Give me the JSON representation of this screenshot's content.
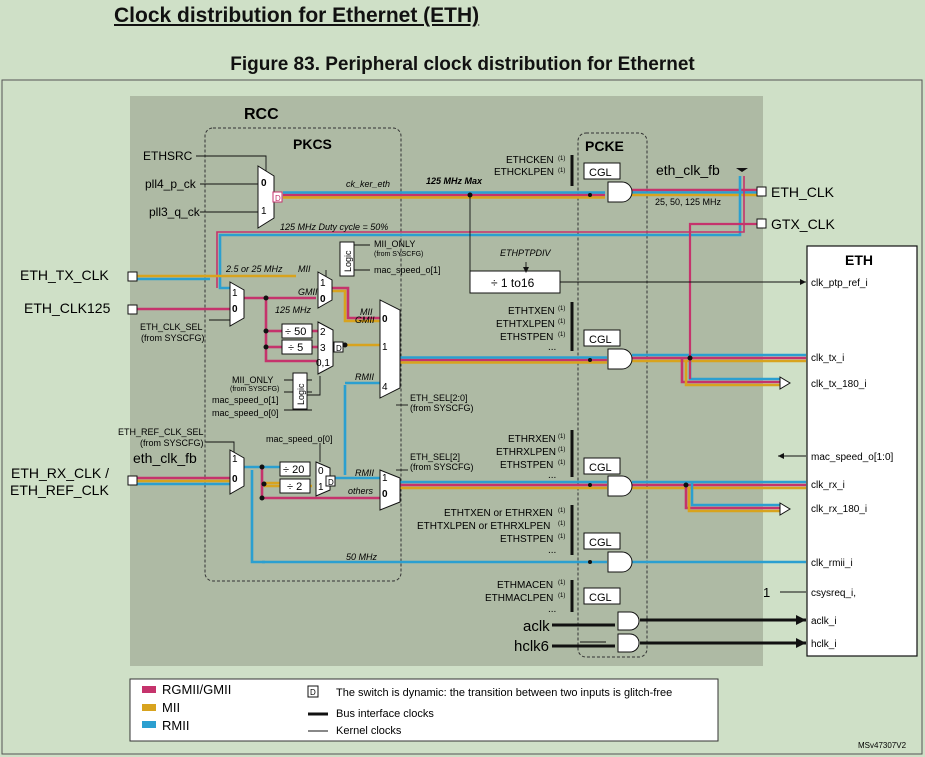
{
  "heading": "Clock distribution for Ethernet (ETH)",
  "figure_title": "Figure 83. Peripheral clock distribution for Ethernet",
  "blocks": {
    "rcc": "RCC",
    "pkcs": "PKCS",
    "pcke": "PCKE",
    "eth": "ETH",
    "cgl": "CGL",
    "logic": "Logic",
    "div_ptp": "÷ 1 to16",
    "div50": "÷ 50",
    "div5": "÷ 5",
    "div20": "÷ 20",
    "div2": "÷ 2",
    "dyn": "D"
  },
  "inputs": {
    "ethsrc": "ETHSRC",
    "pll4": "pll4_p_ck",
    "pll3": "pll3_q_ck",
    "tx_clk": "ETH_TX_CLK",
    "clk125": "ETH_CLK125",
    "rx_clk_1": "ETH_RX_CLK /",
    "rx_clk_2": "ETH_REF_CLK",
    "aclk": "aclk",
    "hclk6": "hclk6",
    "one": "1"
  },
  "outputs": {
    "eth_clk": "ETH_CLK",
    "gtx_clk": "GTX_CLK",
    "eth_clk_fb": "eth_clk_fb",
    "eth_clk_fb_in": "eth_clk_fb"
  },
  "signals": {
    "ck_ker_eth": "ck_ker_eth",
    "max125": "125 MHz Max",
    "duty": "125 MHz Duty cycle = 50%",
    "f_out": "25, 50, 125 MHz",
    "tx_freq": "2.5 or 25 MHz",
    "mii": "MII",
    "mii_only": "MII_ONLY",
    "from_syscfg": "(from SYSCFG)",
    "mac_speed1": "mac_speed_o[1]",
    "mac_speed0": "mac_speed_o[0]",
    "mac_speed_in0": "mac_speed_o[0]",
    "mii_only2": "MII_ONLY",
    "from_syscfg2": "(from SYSCFG)",
    "mac_speed1b": "mac_speed_o[1]",
    "mac_speed0b": "mac_speed_o[0]",
    "gmii": "GMII",
    "f125": "125 MHz",
    "mii2": "MII",
    "gmii2": "GMII",
    "rmii": "RMII",
    "rmii2": "RMII",
    "others": "others",
    "f50": "50 MHz",
    "clk_sel": "ETH_CLK_SEL",
    "clk_sel_src": "(from SYSCFG)",
    "ref_sel": "ETH_REF_CLK_SEL",
    "ref_sel_src": "(from SYSCFG)",
    "eth_sel20": "ETH_SEL[2:0]",
    "eth_sel20_src": "(from SYSCFG)",
    "eth_sel2": "ETH_SEL[2]",
    "eth_sel2_src": "(from SYSCFG)",
    "ptpdiv": "ETHPTPDIV"
  },
  "mux_inputs": {
    "m0": "0",
    "m1": "1",
    "t0": "0",
    "t1": "1",
    "s1": "1",
    "s0": "0",
    "c2": "2",
    "c3": "3",
    "c01": "0,1",
    "e0": "0",
    "e1": "1",
    "e4": "4",
    "r0": "0",
    "r1": "1",
    "k1": "1",
    "k0": "0",
    "j1": "1",
    "j0": "0"
  },
  "enables": {
    "g1a": "ETHCKEN",
    "g1b": "ETHCKLPEN",
    "g2a": "ETHTXEN",
    "g2b": "ETHTXLPEN",
    "g2c": "ETHSTPEN",
    "g3a": "ETHRXEN",
    "g3b": "ETHRXLPEN",
    "g3c": "ETHSTPEN",
    "g4a": "ETHTXEN or ETHRXEN",
    "g4b": "ETHTXLPEN or ETHRXLPEN",
    "g4c": "ETHSTPEN",
    "g5a": "ETHMACEN",
    "g5b": "ETHMACLPEN",
    "sup": "(1)",
    "dots": "..."
  },
  "eth_ports": {
    "ptp": "clk_ptp_ref_i",
    "tx": "clk_tx_i",
    "tx180": "clk_tx_180_i",
    "macspeed": "mac_speed_o[1:0]",
    "rx": "clk_rx_i",
    "rx180": "clk_rx_180_i",
    "rmii": "clk_rmii_i",
    "csysreq": "csysreq_i,",
    "aclk": "aclk_i",
    "hclk": "hclk_i"
  },
  "legend": {
    "rgmii": "RGMII/GMII",
    "mii": "MII",
    "rmii": "RMII",
    "dyn_box": "D",
    "dyn_text": "The switch is dynamic: the transition between two inputs is glitch-free",
    "bus": "Bus interface clocks",
    "kernel": "Kernel clocks"
  },
  "ref_code": "MSv47307V2",
  "colors": {
    "rgmii": "#c5336c",
    "mii": "#d8a31e",
    "rmii": "#2b9fd0",
    "rcc_bg": "#aebaa4",
    "page_bg": "#cfe0c7"
  }
}
